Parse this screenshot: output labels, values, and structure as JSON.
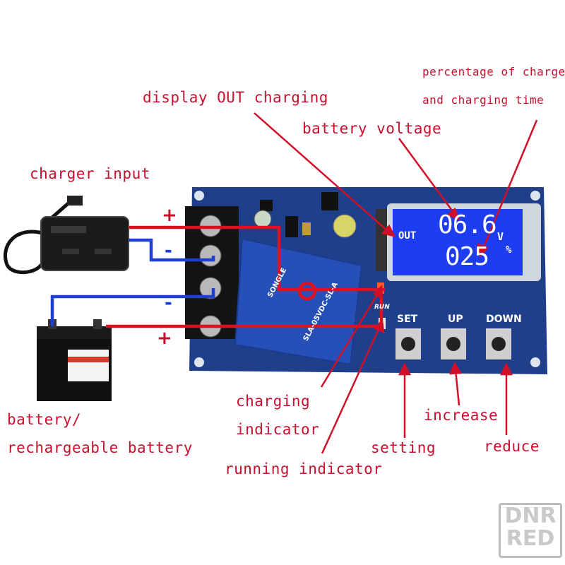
{
  "labels": {
    "percentage_line1": "percentage of charge",
    "percentage_line2": "and charging time",
    "display_out": "display OUT charging",
    "battery_voltage": "battery voltage",
    "charger_input": "charger input",
    "charging_indicator_line1": "charging",
    "charging_indicator_line2": "indicator",
    "running_indicator": "running indicator",
    "battery_line1": "battery/",
    "battery_line2": "rechargeable battery",
    "increase": "increase",
    "setting": "setting",
    "reduce": "reduce"
  },
  "signs": {
    "top_plus": "+",
    "minus_1": "-",
    "minus_2": "-",
    "bottom_plus": "+"
  },
  "lcd": {
    "out": "OUT",
    "voltage": "06.6",
    "voltage_unit": "V",
    "percent": "025",
    "percent_unit": "%"
  },
  "board_buttons": {
    "set": "SET",
    "up": "UP",
    "down": "DOWN"
  },
  "board_text": {
    "run": "RUN",
    "relay_brand": "SONGLE",
    "relay_model": "SLA-05VDC-SL-A"
  },
  "watermark": {
    "line1": "DNR",
    "line2": "RED"
  },
  "colors": {
    "annotation": "#c8102e",
    "wire_red": "#e01020",
    "wire_blue": "#1f3fd0",
    "board": "#1f3f8a",
    "lcd": "#1e3cf0",
    "relay": "#2650b8"
  }
}
